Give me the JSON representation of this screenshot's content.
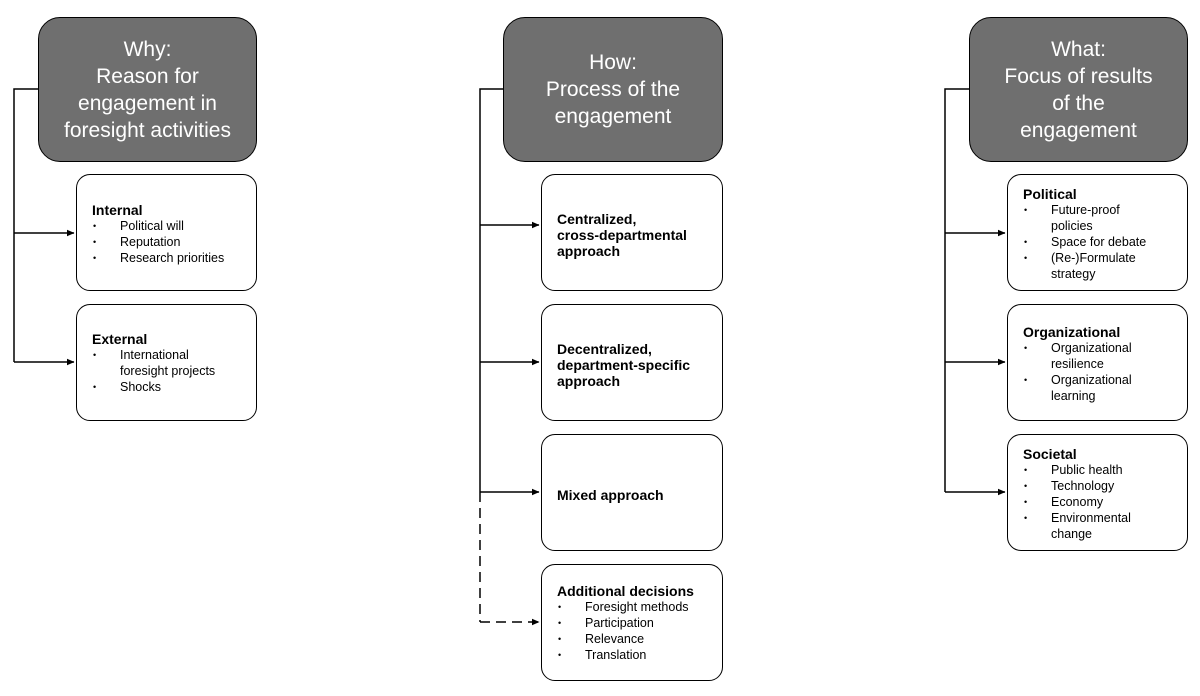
{
  "why": {
    "header_lines": [
      "Why:",
      "Reason for",
      "engagement in",
      "foresight activities"
    ],
    "boxes": [
      {
        "title_lines": [
          "Internal"
        ],
        "items": [
          [
            "Political will"
          ],
          [
            "Reputation"
          ],
          [
            "Research priorities"
          ]
        ]
      },
      {
        "title_lines": [
          "External"
        ],
        "items": [
          [
            "International",
            "foresight projects"
          ],
          [
            "Shocks"
          ]
        ]
      }
    ]
  },
  "how": {
    "header_lines": [
      "How:",
      "Process of the",
      "engagement"
    ],
    "boxes": [
      {
        "title_lines": [
          "Centralized,",
          "cross-departmental",
          "approach"
        ],
        "items": []
      },
      {
        "title_lines": [
          "Decentralized,",
          "department-specific",
          "approach"
        ],
        "items": []
      },
      {
        "title_lines": [
          "Mixed approach"
        ],
        "items": []
      },
      {
        "title_lines": [
          "Additional decisions"
        ],
        "items": [
          [
            "Foresight methods"
          ],
          [
            "Participation"
          ],
          [
            "Relevance"
          ],
          [
            "Translation"
          ]
        ]
      }
    ]
  },
  "what": {
    "header_lines": [
      "What:",
      "Focus of results",
      "of the",
      "engagement"
    ],
    "boxes": [
      {
        "title_lines": [
          "Political"
        ],
        "items": [
          [
            "Future-proof",
            "policies"
          ],
          [
            "Space for debate"
          ],
          [
            "(Re-)Formulate",
            "strategy"
          ]
        ]
      },
      {
        "title_lines": [
          "Organizational"
        ],
        "items": [
          [
            "Organizational",
            "resilience"
          ],
          [
            "Organizational",
            "learning"
          ]
        ]
      },
      {
        "title_lines": [
          "Societal"
        ],
        "items": [
          [
            "Public health"
          ],
          [
            "Technology"
          ],
          [
            "Economy"
          ],
          [
            "Environmental",
            "change"
          ]
        ]
      }
    ]
  }
}
